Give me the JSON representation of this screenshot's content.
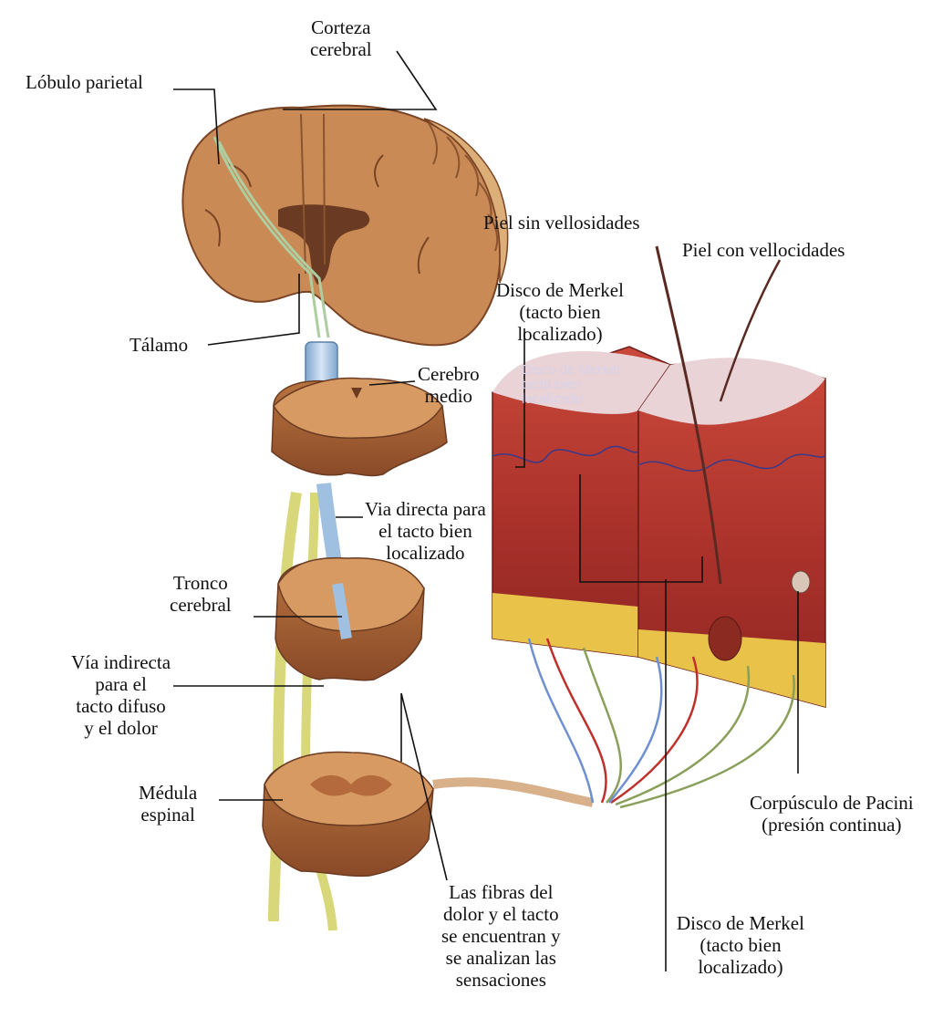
{
  "labels": {
    "corteza": [
      "Corteza",
      "cerebral"
    ],
    "lobulo": "Lóbulo parietal",
    "talamo": "Tálamo",
    "cerebro_medio": [
      "Cerebro",
      "medio"
    ],
    "via_directa": [
      "Via directa para",
      "el tacto bien",
      "localizado"
    ],
    "tronco": [
      "Tronco",
      "cerebral"
    ],
    "via_indirecta": [
      "Vía indirecta",
      "para el",
      "tacto difuso",
      "y el dolor"
    ],
    "medula": [
      "Médula",
      "espinal"
    ],
    "fibras": [
      "Las fibras del",
      "dolor y el tacto",
      "se encuentran y",
      "se analizan las",
      "sensaciones"
    ],
    "piel_sin": "Piel sin vellosidades",
    "piel_con": "Piel con vellocidades",
    "merkel_top": [
      "Disco de Merkel",
      "(tacto bien",
      "localizado)"
    ],
    "merkel_bottom": [
      "Disco de Merkel",
      "(tacto bien",
      "localizado)"
    ],
    "pacini": [
      "Corpúsculo de Pacini",
      "(presión continua)"
    ],
    "merkel_ghost": [
      "Disco de Merkel",
      "tacto bien",
      "localizado"
    ]
  },
  "colors": {
    "background": "#ffffff",
    "tissue": "#c98a55",
    "tissue_dark": "#8a4a28",
    "skin_red": "#a8302a",
    "skin_surface": "#e9d3d6",
    "fat": "#e9c24a",
    "nerve_yellow": "#d8d87a",
    "nerve_blue": "#9fc0e0",
    "leader_line": "#111111"
  }
}
